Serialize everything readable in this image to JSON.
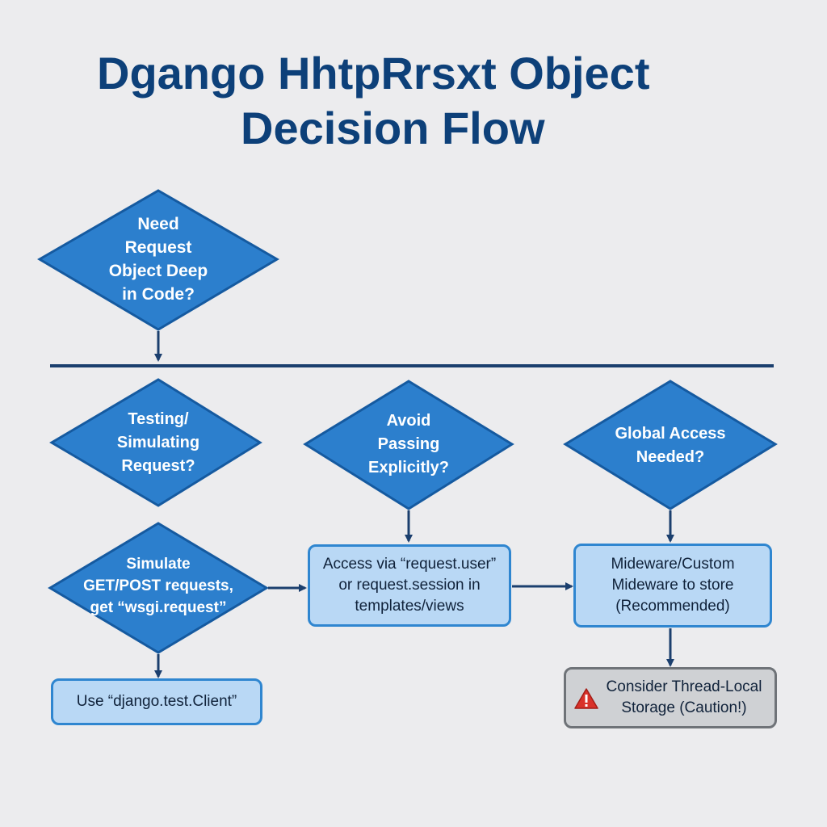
{
  "title": {
    "line1": "Dgango HhtpRrsxt Object",
    "line2": "Decision Flow"
  },
  "nodes": {
    "root_decision": "Need\nRequest\nObject Deep\nin Code?",
    "testing_decision": "Testing/\nSimulating\nRequest?",
    "avoid_decision": "Avoid\nPassing\nExplicitly?",
    "global_decision": "Global Access\nNeeded?",
    "simulate_decision": "Simulate\nGET/POST requests,\nget “wsgi.request”",
    "access_box": "Access via “request.user”\nor request.session in\ntemplates/views",
    "middleware_box": "Mideware/Custom\nMideware to store\n(Recommended)",
    "client_box": "Use “django.test.Client”",
    "threadlocal_box": "Consider Thread-Local\nStorage (Caution!)"
  },
  "colors": {
    "title": "#0d4079",
    "diamond_fill": "#2c7fcd",
    "diamond_stroke": "#155aa0",
    "connector": "#1b3f6e",
    "box_fill": "#b9d8f5",
    "box_stroke": "#2f86d0",
    "warn_fill": "#cfd1d4",
    "warn_stroke": "#6f7378",
    "warn_icon": "#d9322a"
  }
}
